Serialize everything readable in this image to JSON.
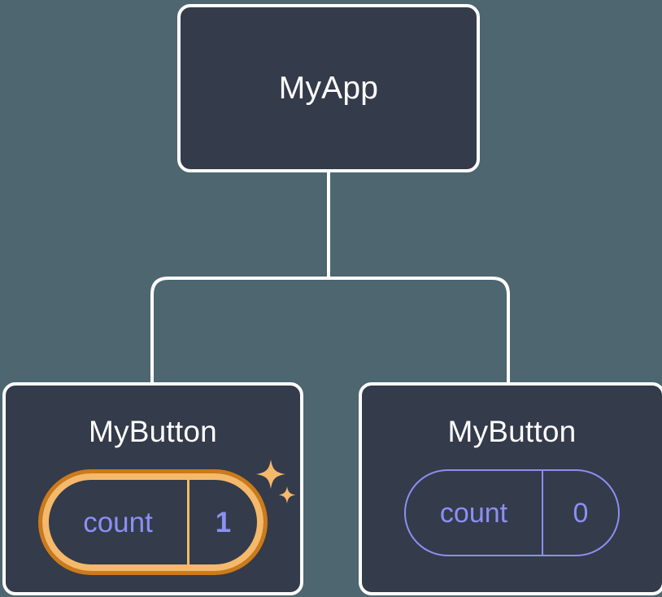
{
  "diagram": {
    "type": "component-tree",
    "background_color": "#4d6670",
    "node_fill_color": "#343b4a",
    "node_border_color": "#ffffff",
    "connector_color": "#ffffff",
    "accent_highlight_color": "#f5b96b",
    "accent_highlight_outer_color": "#cc7a1a",
    "state_text_color": "#8b8ff5"
  },
  "root": {
    "label": "MyApp"
  },
  "children": [
    {
      "label": "MyButton",
      "highlighted": true,
      "state": {
        "key": "count",
        "value": "1"
      },
      "sparkle_icons": [
        "sparkle-large-icon",
        "sparkle-small-icon"
      ]
    },
    {
      "label": "MyButton",
      "highlighted": false,
      "state": {
        "key": "count",
        "value": "0"
      }
    }
  ]
}
